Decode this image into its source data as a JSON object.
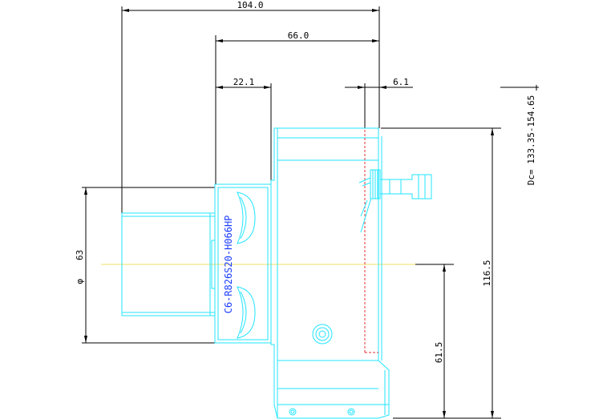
{
  "drawing": {
    "dimensions": {
      "overall_length": "104.0",
      "flange_to_tip": "66.0",
      "shank_length": "22.1",
      "tip_offset": "6.1",
      "height": "116.5",
      "center_height": "61.5",
      "shank_diameter": "63",
      "diameter_symbol": "φ",
      "cutting_diameter": "Dc= 133.35-154.65"
    },
    "part_number": "C6-R826S20-H066HP",
    "colors": {
      "outline": "#22e5ff",
      "text_label": "#1a3cff",
      "dimension": "#000000",
      "centerline": "#f0e060",
      "hidden_line": "#e03030"
    }
  }
}
